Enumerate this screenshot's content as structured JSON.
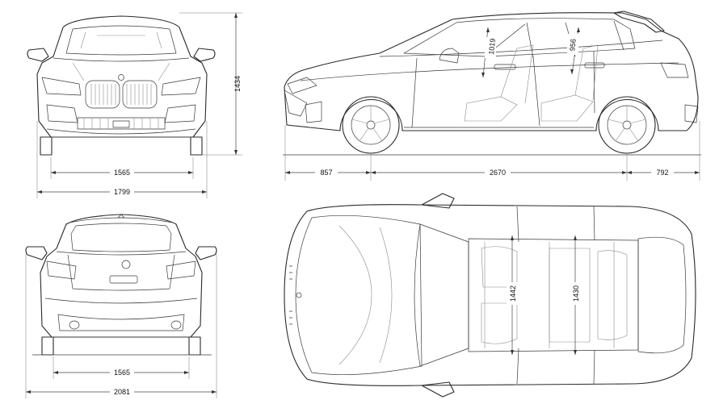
{
  "dimensions": {
    "front_track": "1565",
    "front_width": "1799",
    "height": "1434",
    "front_overhang": "857",
    "wheelbase": "2670",
    "rear_overhang": "792",
    "headroom_front": "1019",
    "headroom_rear": "956",
    "rear_track": "1565",
    "width_mirrors": "2081",
    "shoulder_front": "1442",
    "shoulder_rear": "1430"
  }
}
